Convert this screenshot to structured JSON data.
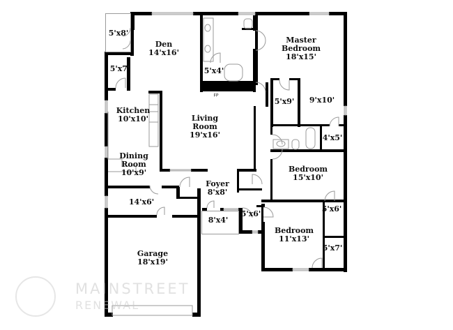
{
  "plan": {
    "rooms": [
      {
        "id": "balcony",
        "name": "",
        "dims": "5'x8'"
      },
      {
        "id": "den",
        "name": "Den",
        "dims": "14'x16'"
      },
      {
        "id": "closet-5x7-top",
        "name": "",
        "dims": "5'x7'"
      },
      {
        "id": "bath-closet-5x4",
        "name": "",
        "dims": "5'x4'"
      },
      {
        "id": "master-bedroom",
        "name": "Master Bedroom",
        "dims": "18'x15'"
      },
      {
        "id": "kitchen",
        "name": "Kitchen",
        "dims": "10'x10'"
      },
      {
        "id": "living-room",
        "name": "Living Room",
        "dims": "19'x16'"
      },
      {
        "id": "closet-5x9",
        "name": "",
        "dims": "5'x9'"
      },
      {
        "id": "master-sitting",
        "name": "",
        "dims": "9'x10'"
      },
      {
        "id": "closet-4x5",
        "name": "",
        "dims": "4'x5'"
      },
      {
        "id": "dining-room",
        "name": "Dining Room",
        "dims": "10'x9'"
      },
      {
        "id": "bedroom-2",
        "name": "Bedroom",
        "dims": "15'x10'"
      },
      {
        "id": "foyer",
        "name": "Foyer",
        "dims": "8'x8'"
      },
      {
        "id": "laundry",
        "name": "",
        "dims": "14'x6'"
      },
      {
        "id": "closet-5x6-right",
        "name": "",
        "dims": "5'x6'"
      },
      {
        "id": "porch",
        "name": "",
        "dims": "8'x4'"
      },
      {
        "id": "bath-5x6",
        "name": "",
        "dims": "5'x6'"
      },
      {
        "id": "bedroom-3",
        "name": "Bedroom",
        "dims": "11'x13'"
      },
      {
        "id": "garage",
        "name": "Garage",
        "dims": "18'x19'"
      },
      {
        "id": "closet-5x7-bottom",
        "name": "",
        "dims": "5'x7'"
      }
    ],
    "labels": {
      "balcony": "5'x8'",
      "den_name": "Den",
      "den_dims": "14'x16'",
      "closet_top": "5'x7'",
      "bath_closet": "5'x4'",
      "master_name1": "Master",
      "master_name2": "Bedroom",
      "master_dims": "18'x15'",
      "kitchen_name": "Kitchen",
      "kitchen_dims": "10'x10'",
      "living_name1": "Living",
      "living_name2": "Room",
      "living_dims": "19'x16'",
      "closet_5x9": "5'x9'",
      "sitting": "9'x10'",
      "closet_4x5": "4'x5'",
      "dining_name1": "Dining",
      "dining_name2": "Room",
      "dining_dims": "10'x9'",
      "bedroom2_name": "Bedroom",
      "bedroom2_dims": "15'x10'",
      "foyer_name": "Foyer",
      "foyer_dims": "8'x8'",
      "laundry": "14'x6'",
      "closet_5x6_right": "5'x6'",
      "porch": "8'x4'",
      "bath_5x6": "5'x6'",
      "bedroom3_name": "Bedroom",
      "bedroom3_dims": "11'x13'",
      "garage_name": "Garage",
      "garage_dims": "18'x19'",
      "closet_bottom": "5'x7'",
      "fireplace": "FP"
    }
  },
  "watermark": {
    "line1": "MAINSTREET",
    "line2": "RENEWAL"
  },
  "colors": {
    "wall": "#000000",
    "thin_line": "#9a9a9a",
    "window": "#c8c8c8",
    "background": "#ffffff"
  }
}
